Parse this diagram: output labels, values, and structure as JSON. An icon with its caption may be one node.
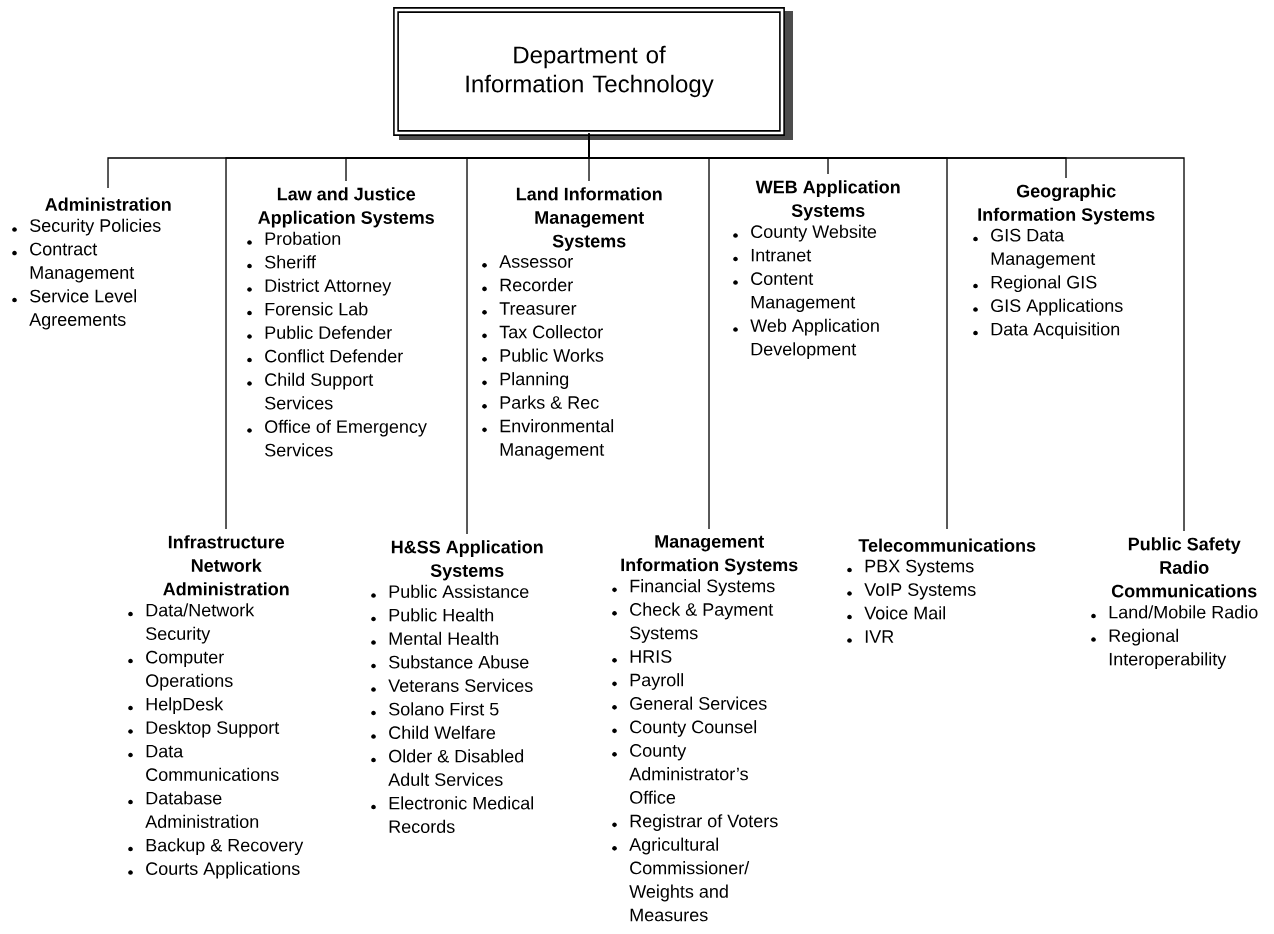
{
  "diagram": {
    "nodes": [
      {
        "text": [
          "Department of Information Technology"
        ]
      },
      {
        "text": [
          "Administration",
          "Security Policies",
          "Contract Management",
          "Service Level Agreements"
        ]
      },
      {
        "text": [
          "Infrastructure Network Administration",
          "Data/Network Security",
          "Computer Operations",
          "HelpDesk",
          "Desktop Support",
          "Data Communications",
          "Database Administration",
          "Backup & Recovery",
          "Courts Applications"
        ]
      },
      {
        "text": [
          "Law and Justice Application Systems",
          "Probation",
          "Sheriff",
          "District Attorney",
          "Forensic Lab",
          "Public Defender",
          "Conflict Defender",
          "Child Support Services",
          "Office of Emergency Services"
        ]
      },
      {
        "text": [
          "H&SS Application Systems",
          "Public Assistance",
          "Public Health",
          "Mental Health",
          "Substance Abuse",
          "Veterans Services",
          "Solano First 5",
          "Child Welfare",
          "Older & Disabled Adult Services",
          "Electronic Medical Records"
        ]
      },
      {
        "text": [
          "Land Information Management Systems",
          "Assessor",
          "Recorder",
          "Treasurer",
          "Tax Collector",
          "Public Works",
          "Planning",
          "Parks & Rec",
          "Environmental Management"
        ]
      },
      {
        "text": [
          "Management Information Systems",
          "Financial Systems",
          "Check & Payment Systems",
          "HRIS",
          "Payroll",
          "General Services",
          "County Counsel",
          "County Administrator’s Office",
          "Registrar of Voters",
          "Agricultural Commissioner/ Weights and Measures"
        ]
      },
      {
        "text": [
          "WEB Application Systems",
          "County Website",
          "Intranet",
          "Content Management",
          "Web Application Development"
        ]
      },
      {
        "text": [
          "Telecommunications",
          "PBX Systems",
          "VoIP Systems",
          "Voice Mail",
          "IVR"
        ]
      },
      {
        "text": [
          "Geographic Information Systems",
          "GIS Data Management",
          "Regional GIS",
          "GIS Applications",
          "Data Acquisition"
        ]
      },
      {
        "text": [
          "Public Safety Radio Communications",
          "Land/Mobile Radio",
          "Regional Interoperability"
        ]
      }
    ],
    "edges": [
      {
        "from": 0,
        "to": 1,
        "arrow": "none"
      },
      {
        "from": 0,
        "to": 2,
        "arrow": "none"
      },
      {
        "from": 0,
        "to": 3,
        "arrow": "none"
      },
      {
        "from": 0,
        "to": 4,
        "arrow": "none"
      },
      {
        "from": 0,
        "to": 5,
        "arrow": "none"
      },
      {
        "from": 0,
        "to": 6,
        "arrow": "none"
      },
      {
        "from": 0,
        "to": 7,
        "arrow": "none"
      },
      {
        "from": 0,
        "to": 8,
        "arrow": "none"
      },
      {
        "from": 0,
        "to": 9,
        "arrow": "none"
      },
      {
        "from": 0,
        "to": 10,
        "arrow": "none"
      }
    ]
  }
}
